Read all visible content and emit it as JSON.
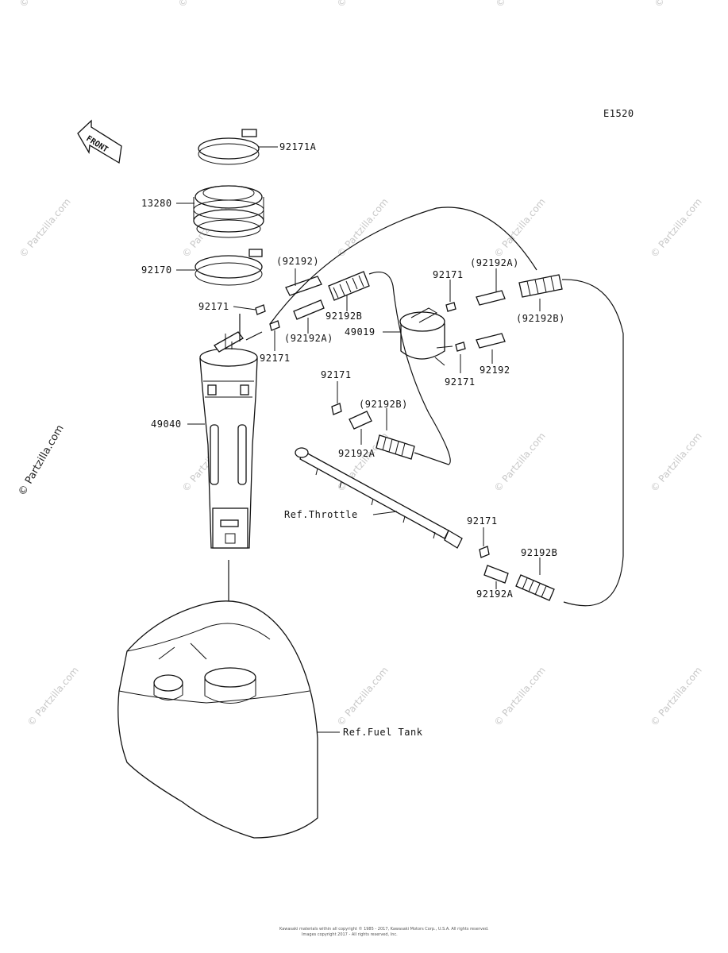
{
  "diagram_code": "E1520",
  "front_label": "FRONT",
  "watermark": "© Partzilla.com",
  "labels": {
    "p92171A": "92171A",
    "p13280": "13280",
    "p92170": "92170",
    "p92192_paren_a": "(92192)",
    "p92171_a": "92171",
    "p92192B_a": "92192B",
    "p92192A_paren_a": "(92192A)",
    "p92171_b": "92171",
    "p49040": "49040",
    "p92171_c": "92171",
    "p92192A_paren_b": "(92192A)",
    "p49019": "49019",
    "p92192B_paren_a": "(92192B)",
    "p92192": "92192",
    "p92171_d": "92171",
    "p92171_e": "92171",
    "p92192B_paren_b": "(92192B)",
    "p92192A_a": "92192A",
    "ref_throttle": "Ref.Throttle",
    "p92171_f": "92171",
    "p92192B_b": "92192B",
    "p92192A_b": "92192A",
    "ref_fuel_tank": "Ref.Fuel Tank"
  },
  "footer": {
    "line1": "Kawasaki materials within all copyright © 1985 - 2017, Kawasaki Motors Corp., U.S.A. All rights reserved.",
    "line2": "Images copyright 2017 - All rights reserved, Inc."
  }
}
